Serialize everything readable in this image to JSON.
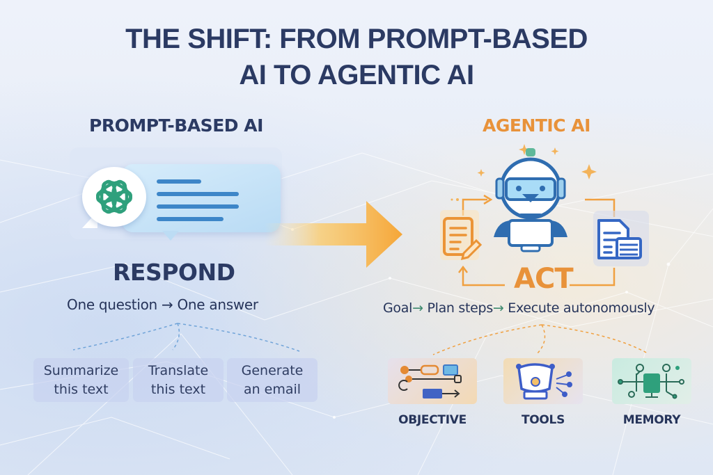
{
  "title": {
    "line1": "THE SHIFT: FROM PROMPT-BASED",
    "line2": "AI TO AGENTIC AI"
  },
  "left": {
    "heading": "PROMPT-BASED AI",
    "chat_icon": "openai-logo-icon",
    "mode_label": "RESPOND",
    "flow": {
      "part1": "One question",
      "arrow": "→",
      "part2": "One answer"
    },
    "examples": [
      {
        "line1": "Summarize",
        "line2": "this text"
      },
      {
        "line1": "Translate",
        "line2": "this text"
      },
      {
        "line1": "Generate",
        "line2": "an email"
      }
    ]
  },
  "right": {
    "heading": "AGENTIC AI",
    "center_icon": "robot-icon",
    "loop_left_icon": "document-edit-icon",
    "loop_right_icon": "document-stack-icon",
    "mode_label": "ACT",
    "flow": {
      "step1": "Goal",
      "arrow1": "→",
      "step2": "Plan steps",
      "arrow2": "→",
      "step3": "Execute autonomously"
    },
    "features": [
      {
        "label": "OBJECTIVE",
        "icon": "workflow-icon"
      },
      {
        "label": "TOOLS",
        "icon": "tools-hub-icon"
      },
      {
        "label": "MEMORY",
        "icon": "memory-circuit-icon"
      }
    ]
  },
  "center_arrow_icon": "right-arrow-icon",
  "colors": {
    "navy": "#2b3a63",
    "orange": "#e8923a",
    "blue": "#3d6fc0",
    "green": "#2fa07c"
  }
}
